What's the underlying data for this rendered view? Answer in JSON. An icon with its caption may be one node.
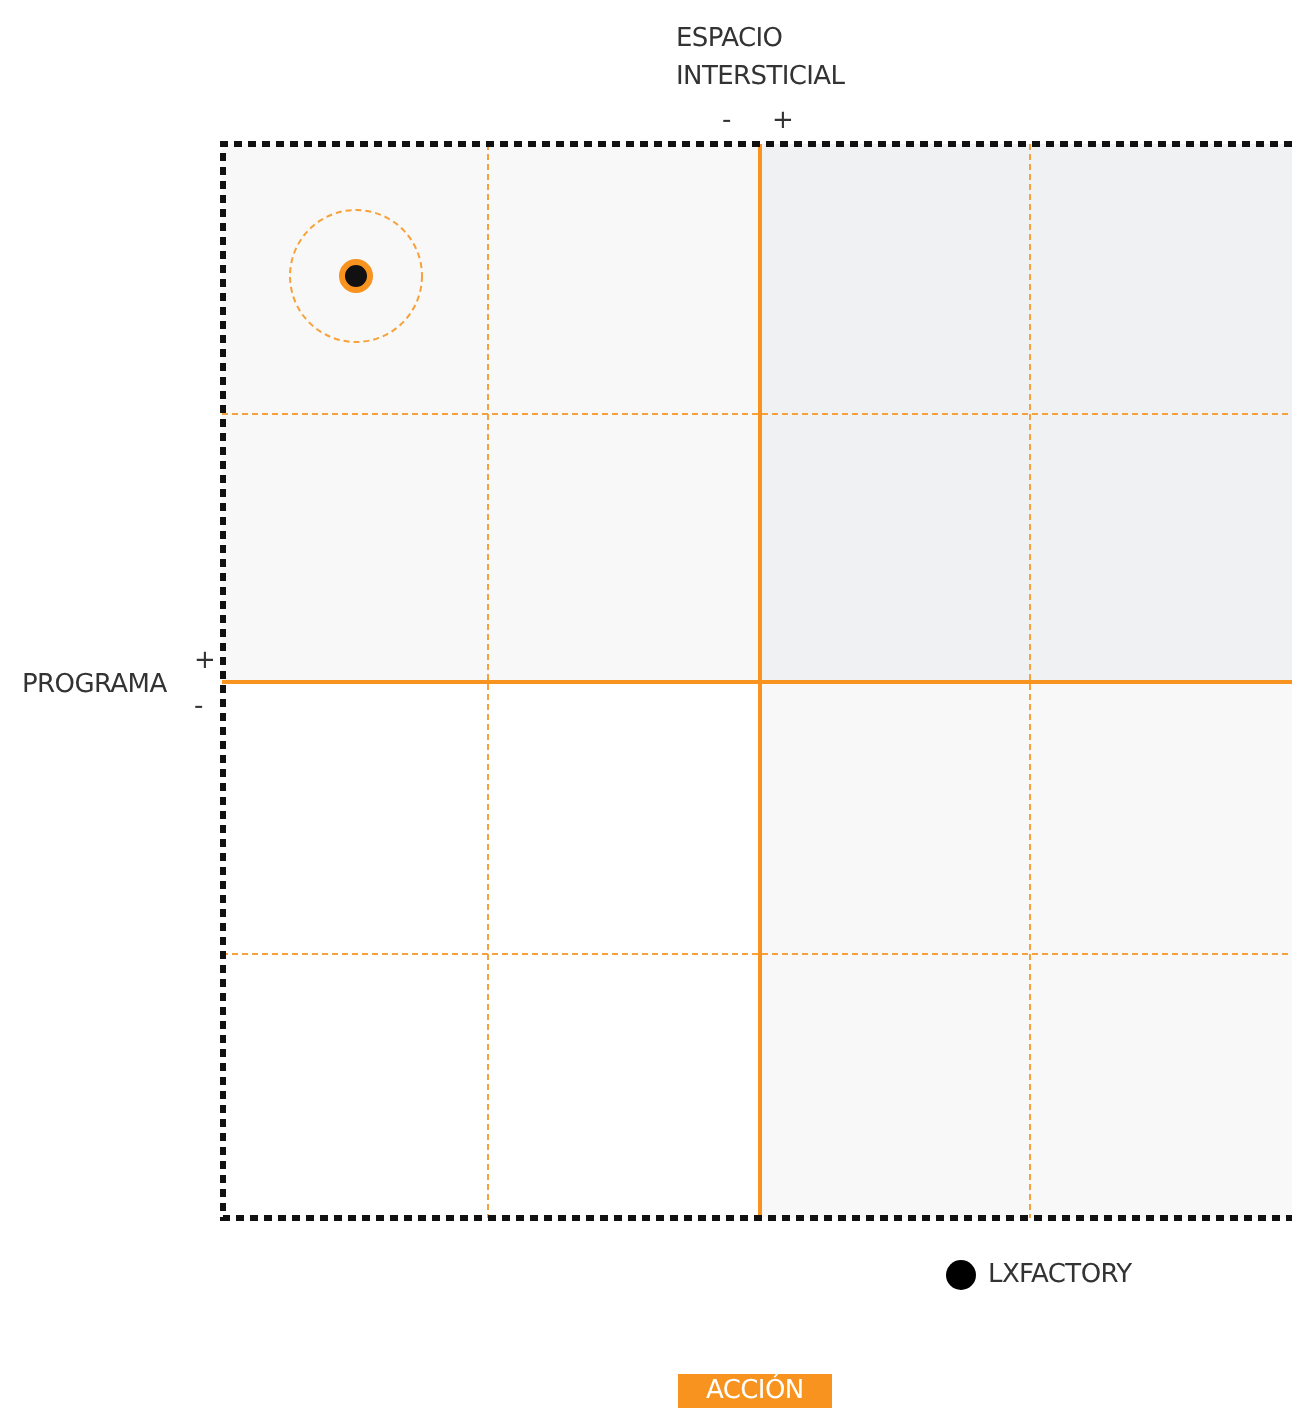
{
  "diagram": {
    "labels": [
      "ESPACIO INTERSTICIAL",
      "-",
      "+",
      "PROGRAMA",
      "+",
      "-",
      "ACCIÓN"
    ],
    "legend": [
      {
        "text": "LXFACTORY",
        "color": "#000000"
      }
    ]
  }
}
